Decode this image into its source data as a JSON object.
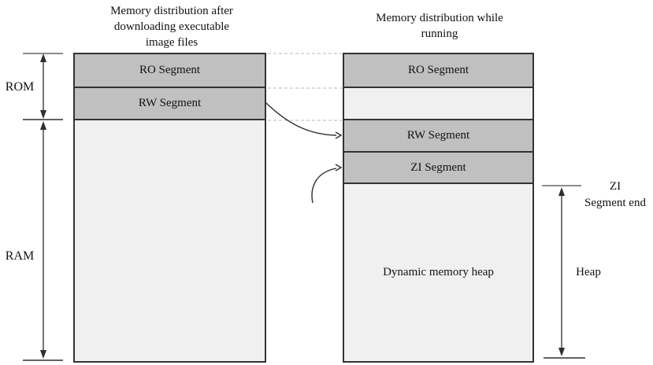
{
  "diagram": {
    "left_column": {
      "title_lines": [
        "Memory distribution after",
        "downloading executable",
        "image files"
      ],
      "segments": {
        "ro": "RO Segment",
        "rw": "RW Segment"
      }
    },
    "right_column": {
      "title_lines": [
        "Memory distribution while",
        "running"
      ],
      "segments": {
        "ro": "RO Segment",
        "rw": "RW Segment",
        "zi": "ZI Segment",
        "heap": "Dynamic memory heap"
      }
    },
    "side_labels": {
      "rom": "ROM",
      "ram": "RAM",
      "zi_end_lines": [
        "ZI",
        "Segment end"
      ],
      "heap": "Heap"
    },
    "colors": {
      "segment_fill": "#c0c0c0",
      "free_fill": "#f0f0f0",
      "border": "#333333",
      "dashed_line": "#c8c8c8",
      "gray_tick": "#8c8c8c",
      "arrow": "#2e2e2e"
    }
  }
}
